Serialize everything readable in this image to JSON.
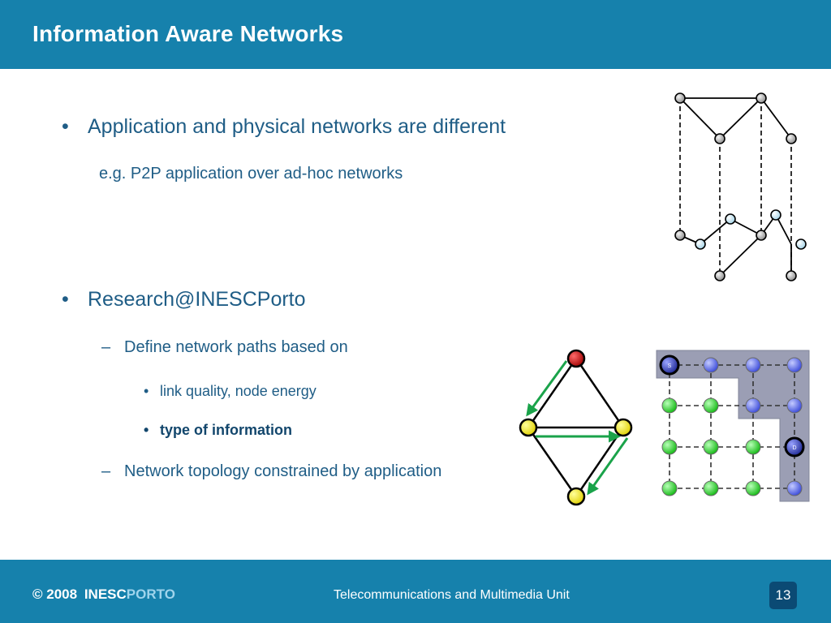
{
  "header": {
    "title": "Information Aware Networks"
  },
  "bullets": {
    "b1": "Application and physical networks are different",
    "b1_sub": "e.g.  P2P application over ad-hoc networks",
    "b2": "Research@INESCPorto",
    "b2_1": "Define network paths based on",
    "b2_1_a": "link quality, node energy",
    "b2_1_b": "type of information",
    "b2_2": "Network topology constrained by application"
  },
  "grid": {
    "source_label": "S",
    "dest_label": "D"
  },
  "footer": {
    "copyright": "© 2008",
    "brand_a": "INESC",
    "brand_b": "PORTO",
    "unit": "Telecommunications and Multimedia Unit",
    "page": "13"
  },
  "colors": {
    "brand_blue": "#1681ac",
    "text_blue": "#1f5d86",
    "node_gray": "#9a9a9a",
    "node_lightblue": "#bfe3f0",
    "node_red": "#c01010",
    "node_yellow": "#f2e600",
    "arrow_green": "#1aa34a",
    "grid_green": "#1fd21f",
    "grid_blue": "#4a5ee8"
  }
}
